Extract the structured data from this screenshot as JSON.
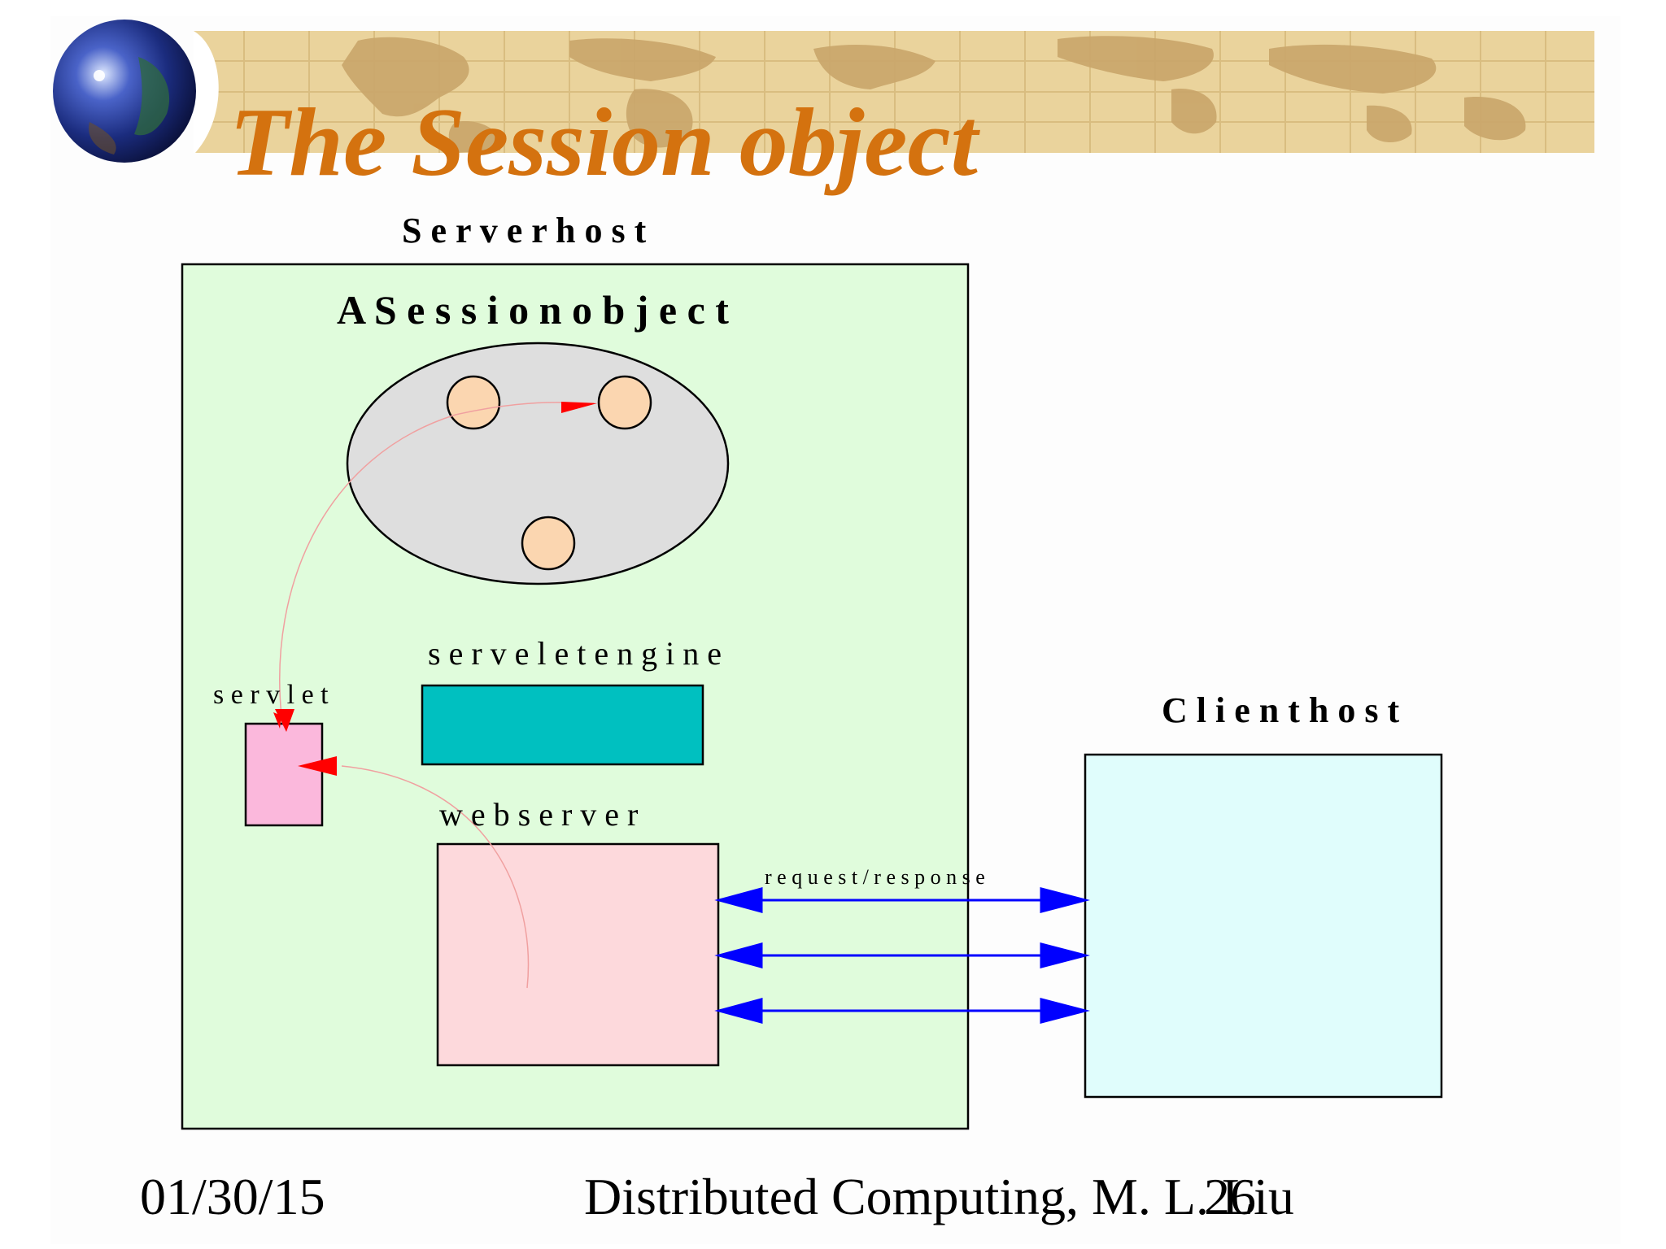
{
  "slide": {
    "title": "The Session object",
    "footer": {
      "date": "01/30/15",
      "text": "Distributed Computing, M. L. Liu",
      "page": "26"
    }
  },
  "diagram": {
    "server_host_label": "S e r v e r   h o s t",
    "session_object_label": "A   S e s s i o n   o b j e c t",
    "servelet_engine_label": "s e r v e l e t  e n g i n e",
    "servlet_label": "s e r v l e t",
    "web_server_label": "w e b   s e r v e r",
    "request_response_label": "r e q u e s t / r e s p o n s e",
    "client_host_label": "C l i e n t   h o s t"
  },
  "colors": {
    "title": "#d4720f",
    "banner": "#ead39c",
    "map": "#c9a56a",
    "server_host_fill": "#e0fcdc",
    "session_ellipse_fill": "#dedede",
    "attribute_circle_fill": "#fbd6b0",
    "servelet_engine_fill": "#00c0c0",
    "servlet_fill": "#fbb8dc",
    "web_server_fill": "#fdd9dc",
    "client_host_fill": "#e0fdfc",
    "link_arrow": "#0000ff",
    "reference_arrow": "#ff0000",
    "reference_curve": "#f0a0a0"
  }
}
